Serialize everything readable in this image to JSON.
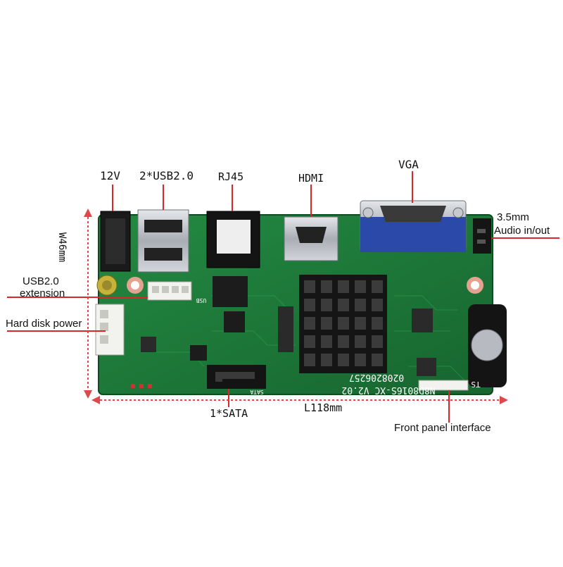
{
  "labels": {
    "power_12v": "12V",
    "usb_rear": "2*USB2.0",
    "rj45": "RJ45",
    "hdmi": "HDMI",
    "vga": "VGA",
    "audio_line1": "3.5mm",
    "audio_line2": "Audio in/out",
    "usb_ext_line1": "USB2.0",
    "usb_ext_line2": "extension",
    "hdd_power": "Hard disk power",
    "sata": "1*SATA",
    "length": "L118mm",
    "width": "W46mm",
    "front_panel": "Front panel interface"
  },
  "board_text": {
    "model": "N8D8016S-XC V2.02",
    "serial": "0208206257",
    "sata_silk": "SATA",
    "usb_silk": "USB",
    "ts_silk": "TS"
  },
  "colors": {
    "pcb": "#1f7a3a",
    "pcb_dark": "#145a2a",
    "leader": "#d9262a",
    "dim_line": "#e0474a",
    "heatsink": "#151515",
    "vga_blue": "#2a49a8",
    "metal": "#b9bcc2"
  }
}
